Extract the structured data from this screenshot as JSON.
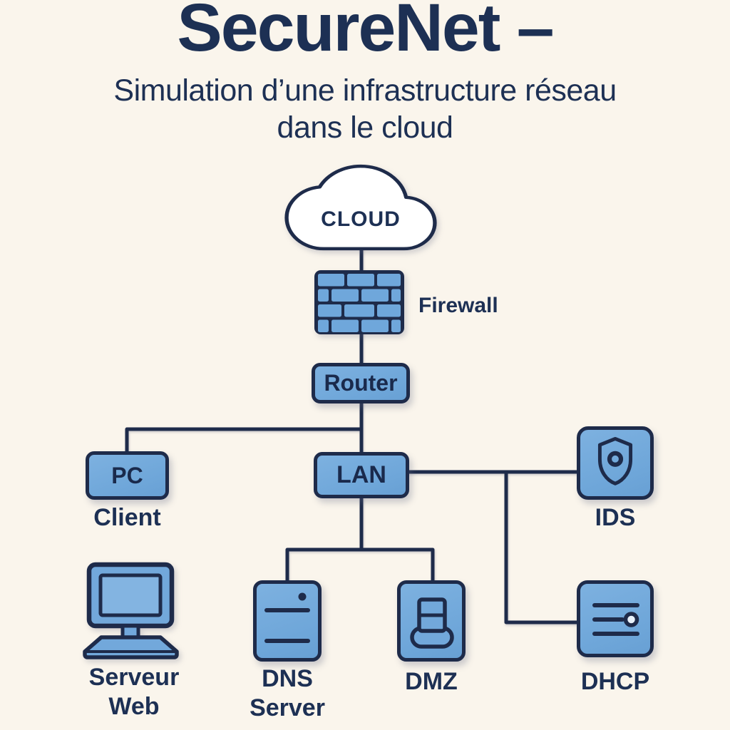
{
  "header": {
    "title": "SecureNet –",
    "subtitle_lines": [
      "Simulation d’une infrastructure réseau",
      "dans le cloud"
    ]
  },
  "nodes": {
    "cloud": {
      "label": "CLOUD"
    },
    "firewall": {
      "label": "Firewall"
    },
    "router": {
      "label": "Router"
    },
    "pc": {
      "label": "PC",
      "caption": "Client"
    },
    "lan": {
      "label": "LAN"
    },
    "ids": {
      "caption": "IDS"
    },
    "dns": {
      "caption_lines": [
        "DNS",
        "Server"
      ]
    },
    "dmz": {
      "caption": "DMZ"
    },
    "web_server": {
      "caption_lines": [
        "Serveur",
        "Web"
      ]
    },
    "dhcp": {
      "caption": "DHCP"
    }
  },
  "connections": [
    {
      "from": "cloud",
      "to": "firewall"
    },
    {
      "from": "firewall",
      "to": "router"
    },
    {
      "from": "router",
      "to": "pc"
    },
    {
      "from": "router",
      "to": "lan"
    },
    {
      "from": "lan",
      "to": "ids"
    },
    {
      "from": "lan",
      "to": "dns"
    },
    {
      "from": "lan",
      "to": "dmz"
    },
    {
      "from": "lan",
      "to": "dhcp"
    }
  ],
  "colors": {
    "background": "#faf5ec",
    "ink": "#1e2b4a",
    "node_fill": "#72a8db",
    "node_fill_light": "#85b5e2",
    "text": "#1d3054",
    "cloud_fill": "#ffffff"
  }
}
